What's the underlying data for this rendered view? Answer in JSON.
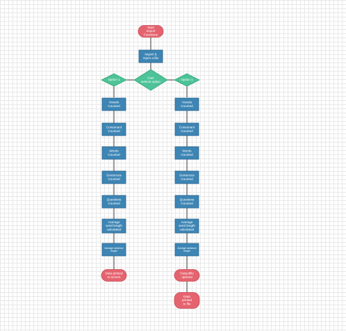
{
  "colors": {
    "terminal": "#e4636f",
    "process": "#3d85b4",
    "process_border": "#2a6590",
    "decision": "#4dc397",
    "connector": "#2b2b2b",
    "grid": "#e8e8e8"
  },
  "nodes": {
    "start": [
      "Start",
      "Import",
      "Functions"
    ],
    "import": [
      "Import &",
      "Open a.file"
    ],
    "decision_center": [
      "User",
      "selects option"
    ],
    "decision_left": [
      "Option 1"
    ],
    "decision_right": [
      "Option 1"
    ],
    "left": {
      "vowels": [
        "Vowels",
        "Counted"
      ],
      "consonants": [
        "Consonant",
        "Counted"
      ],
      "words": [
        "Words",
        "Counted"
      ],
      "sentences": [
        "Sentences",
        "Counted"
      ],
      "questions": [
        "Questions",
        "Counted"
      ],
      "avg_word": [
        "Average",
        "word length",
        "calculated"
      ],
      "avg_sentence": [
        "Average sentence",
        "length"
      ],
      "end": [
        "Data printed",
        "to screen"
      ]
    },
    "right": {
      "vowels": [
        "Vowels",
        "Counted"
      ],
      "consonants": [
        "Consonant",
        "Counted"
      ],
      "words": [
        "Words",
        "Counted"
      ],
      "sentences": [
        "Sentences",
        "Counted"
      ],
      "questions": [
        "Questions",
        "Counted"
      ],
      "avg_word": [
        "Average",
        "word length",
        "calculated"
      ],
      "avg_sentence": [
        "Average sentence",
        "length"
      ],
      "outfile": [
        "Outputfile",
        "opened"
      ],
      "end": [
        "Data",
        "printed",
        "to file"
      ]
    }
  }
}
